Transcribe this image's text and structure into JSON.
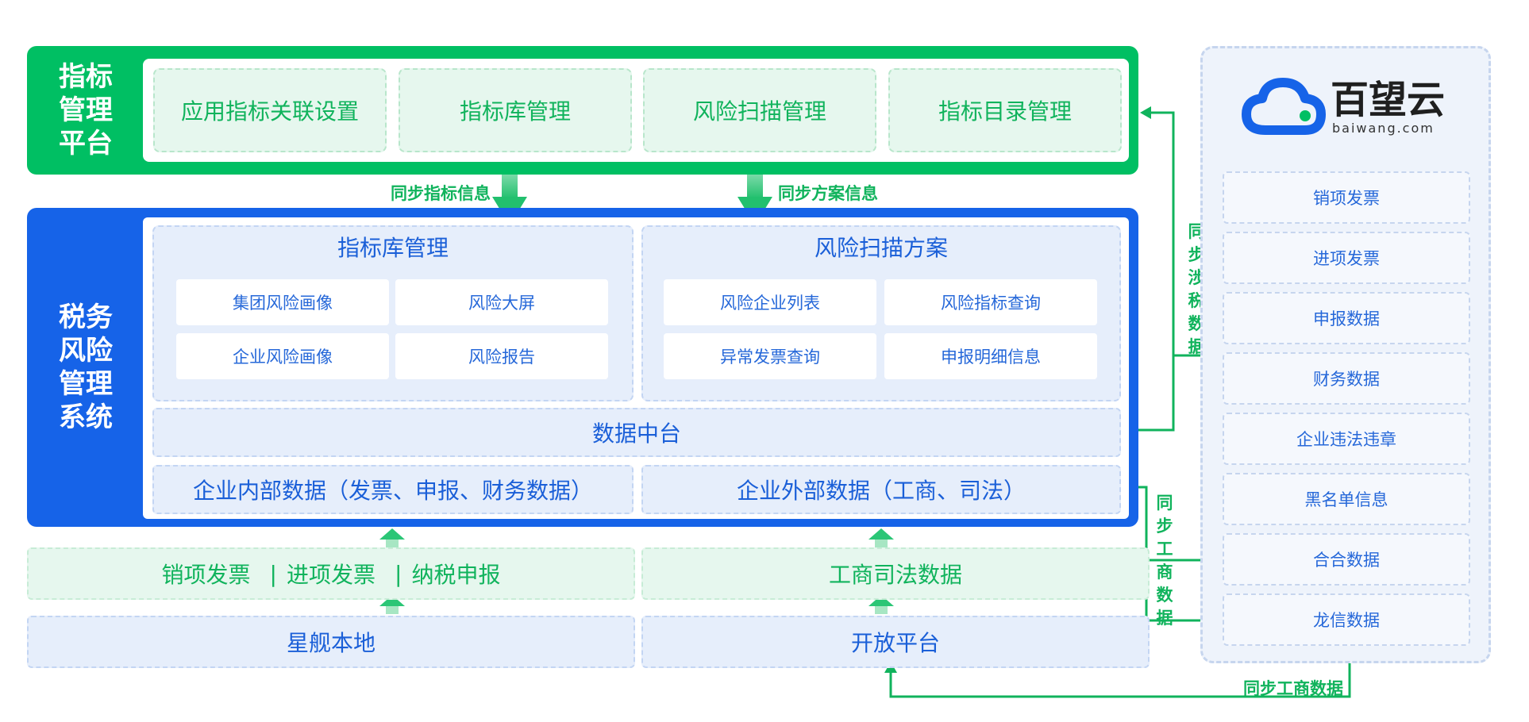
{
  "top_platform": {
    "label": [
      "指标",
      "管理",
      "平台"
    ],
    "modules": [
      "应用指标关联设置",
      "指标库管理",
      "风险扫描管理",
      "指标目录管理"
    ]
  },
  "flows": {
    "sync_indicator": "同步指标信息",
    "sync_plan": "同步方案信息",
    "sync_tax_data": [
      "同",
      "步",
      "涉",
      "税",
      "数",
      "据"
    ],
    "sync_business_vertical": [
      "同",
      "步",
      "工",
      "商",
      "数",
      "据"
    ],
    "sync_business_bottom": "同步工商数据"
  },
  "tax_system": {
    "label": [
      "税务",
      "风险",
      "管理",
      "系统"
    ],
    "indicator_panel": {
      "title": "指标库管理",
      "items": [
        "集团风险画像",
        "风险大屏",
        "企业风险画像",
        "风险报告"
      ]
    },
    "scan_panel": {
      "title": "风险扫描方案",
      "items": [
        "风险企业列表",
        "风险指标查询",
        "异常发票查询",
        "申报明细信息"
      ]
    },
    "data_platform": "数据中台",
    "internal_data": "企业内部数据（发票、申报、财务数据）",
    "external_data": "企业外部数据（工商、司法）"
  },
  "sources": {
    "invoice_row": [
      "销项发票",
      "进项发票",
      "纳税申报"
    ],
    "business_judicial": "工商司法数据",
    "local": "星舰本地",
    "open_platform": "开放平台"
  },
  "baiwang": {
    "logo_text": "百望云",
    "logo_sub": "baiwang.com",
    "items": [
      "销项发票",
      "进项发票",
      "申报数据",
      "财务数据",
      "企业违法违章",
      "黑名单信息",
      "合合数据",
      "龙信数据"
    ]
  },
  "colors": {
    "green": "#00bf63",
    "blue": "#1663e8",
    "text_green": "#10b35c",
    "text_blue": "#1a5fd8"
  }
}
